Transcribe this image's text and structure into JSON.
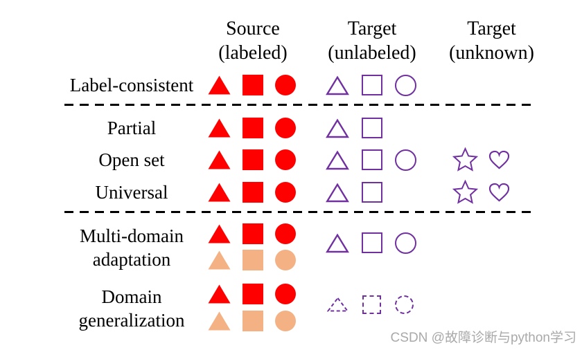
{
  "header": {
    "columns": [
      {
        "id": "source",
        "line1": "Source",
        "line2": "(labeled)"
      },
      {
        "id": "target-unlabeled",
        "line1": "Target",
        "line2": "(unlabeled)"
      },
      {
        "id": "target-unknown",
        "line1": "Target",
        "line2": "(unknown)"
      }
    ]
  },
  "rows": [
    {
      "label": "Label-consistent",
      "source_shapes": [
        "red-filled-triangle",
        "red-filled-square",
        "red-filled-circle"
      ],
      "target_unlabeled_shapes": [
        "purple-outline-triangle",
        "purple-outline-square",
        "purple-outline-circle"
      ],
      "target_unknown_shapes": []
    },
    {
      "label": "Partial",
      "source_shapes": [
        "red-filled-triangle",
        "red-filled-square",
        "red-filled-circle"
      ],
      "target_unlabeled_shapes": [
        "purple-outline-triangle",
        "purple-outline-square"
      ],
      "target_unknown_shapes": []
    },
    {
      "label": "Open set",
      "source_shapes": [
        "red-filled-triangle",
        "red-filled-square",
        "red-filled-circle"
      ],
      "target_unlabeled_shapes": [
        "purple-outline-triangle",
        "purple-outline-square",
        "purple-outline-circle"
      ],
      "target_unknown_shapes": [
        "purple-outline-star",
        "purple-outline-heart"
      ]
    },
    {
      "label": "Universal",
      "source_shapes": [
        "red-filled-triangle",
        "red-filled-square",
        "red-filled-circle"
      ],
      "target_unlabeled_shapes": [
        "purple-outline-triangle",
        "purple-outline-square"
      ],
      "target_unknown_shapes": [
        "purple-outline-star",
        "purple-outline-heart"
      ]
    },
    {
      "label_line1": "Multi-domain",
      "label_line2": "adaptation",
      "source_shapes_row1": [
        "red-filled-triangle",
        "red-filled-square",
        "red-filled-circle"
      ],
      "source_shapes_row2": [
        "peach-filled-triangle",
        "peach-filled-square",
        "peach-filled-circle"
      ],
      "target_unlabeled_shapes": [
        "purple-outline-triangle",
        "purple-outline-square",
        "purple-outline-circle"
      ],
      "target_unknown_shapes": []
    },
    {
      "label_line1": "Domain",
      "label_line2": "generalization",
      "source_shapes_row1": [
        "red-filled-triangle",
        "red-filled-square",
        "red-filled-circle"
      ],
      "source_shapes_row2": [
        "peach-filled-triangle",
        "peach-filled-square",
        "peach-filled-circle"
      ],
      "target_unlabeled_shapes": [
        "purple-dashed-triangle",
        "purple-dashed-square",
        "purple-dashed-circle"
      ],
      "target_unknown_shapes": []
    }
  ],
  "colors": {
    "source_filled": "#ff0000",
    "source_second_domain": "#f4b183",
    "target_outline": "#7030a0",
    "divider": "#000000",
    "watermark_text": "#a9a9a9"
  },
  "watermark": {
    "text": "CSDN @故障诊断与python学习"
  }
}
